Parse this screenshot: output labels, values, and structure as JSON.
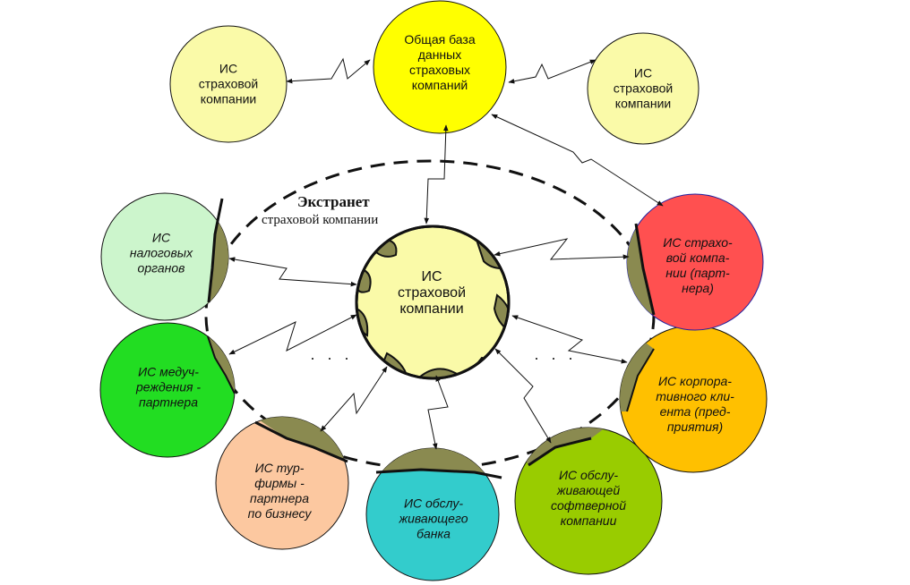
{
  "nodes": {
    "top_left": {
      "lines": [
        "ИС",
        "страховой",
        "компании"
      ],
      "fill": "#fafaa8"
    },
    "top_center": {
      "lines": [
        "Общая база",
        "данных",
        "страховых",
        "компаний"
      ],
      "fill": "#ffff00"
    },
    "top_right": {
      "lines": [
        "ИС",
        "страховой",
        "компании"
      ],
      "fill": "#fafaa8"
    },
    "center": {
      "lines": [
        "ИС",
        "страховой",
        "компании"
      ],
      "fill": "#fafaa8"
    },
    "tax": {
      "lines": [
        "ИС",
        "налоговых",
        "органов"
      ],
      "fill": "#ccf5cc"
    },
    "partner_insurer": {
      "lines": [
        "ИС страхо-",
        "вой компа-",
        "нии (парт-",
        "нера)"
      ],
      "fill": "#ff5050"
    },
    "medical": {
      "lines": [
        "ИС медуч-",
        "реждения -",
        "партнера"
      ],
      "fill": "#22dd22"
    },
    "corporate": {
      "lines": [
        "ИС корпора-",
        "тивного кли-",
        "ента (пред-",
        "приятия)"
      ],
      "fill": "#ffc000"
    },
    "travel": {
      "lines": [
        "ИС тур-",
        "фирмы -",
        "партнера",
        "по бизнесу"
      ],
      "fill": "#fcc8a0"
    },
    "bank": {
      "lines": [
        "ИС  обслу-",
        "живающего",
        "банка"
      ],
      "fill": "#33cccc"
    },
    "software": {
      "lines": [
        "ИС  обслу-",
        "живающей",
        "софтверной",
        "компании"
      ],
      "fill": "#99cc00"
    }
  },
  "extranet": {
    "title": "Экстранет",
    "subtitle": "страховой компании"
  },
  "ellipsis_left": "· · ·",
  "ellipsis_right": "· · ·",
  "colors": {
    "cap": "#8a8a50",
    "outline": "#111111"
  }
}
